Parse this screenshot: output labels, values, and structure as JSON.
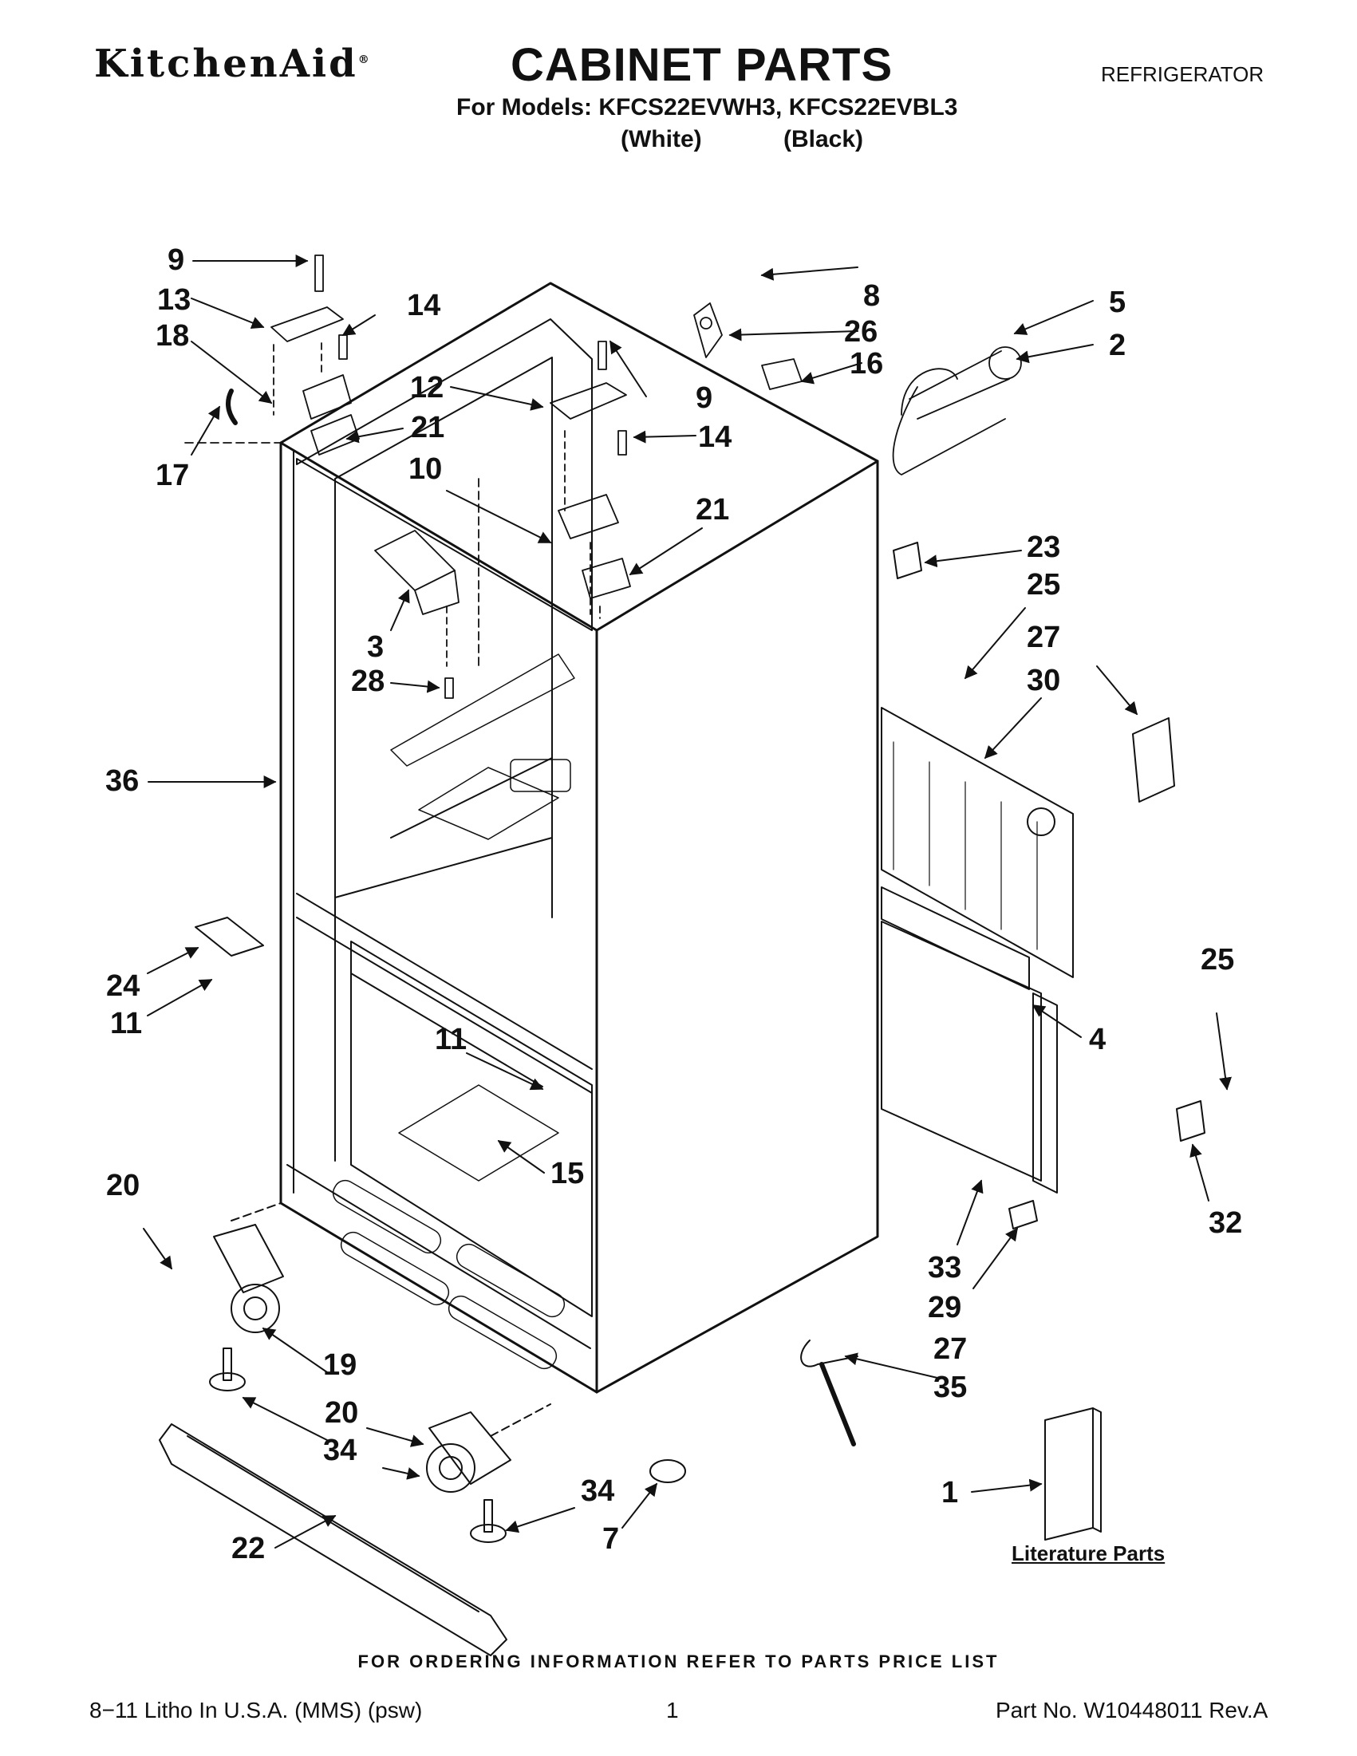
{
  "header": {
    "brand": "KitchenAid",
    "brand_mark": "®",
    "title": "CABINET PARTS",
    "appliance": "REFRIGERATOR",
    "models_line": "For Models: KFCS22EVWH3, KFCS22EVBL3",
    "variants": [
      "(White)",
      "(Black)"
    ]
  },
  "callouts": [
    "9",
    "13",
    "14",
    "18",
    "17",
    "21",
    "8",
    "26",
    "16",
    "5",
    "2",
    "12",
    "9",
    "14",
    "10",
    "21",
    "23",
    "25",
    "27",
    "30",
    "3",
    "28",
    "36",
    "24",
    "11",
    "11",
    "15",
    "4",
    "25",
    "32",
    "20",
    "33",
    "29",
    "19",
    "27",
    "35",
    "20",
    "34",
    "34",
    "7",
    "22",
    "1"
  ],
  "literature_label": "Literature Parts",
  "ordering_note": "FOR ORDERING INFORMATION REFER TO PARTS PRICE LIST",
  "footer": {
    "left": "8−11 Litho In U.S.A. (MMS) (psw)",
    "page": "1",
    "right": "Part No. W10448011 Rev.A"
  }
}
